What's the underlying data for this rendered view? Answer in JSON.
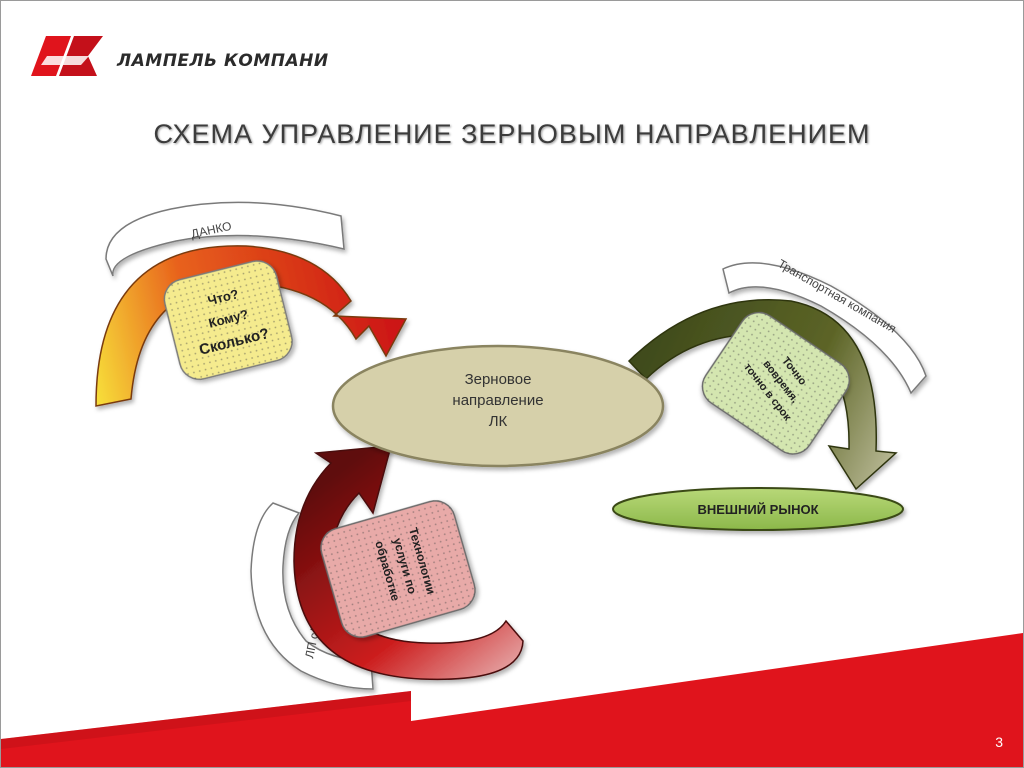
{
  "header": {
    "company_name": "ЛАМПЕЛЬ КОМПАНИ",
    "title": "СХЕМА УПРАВЛЕНИЕ ЗЕРНОВЫМ НАПРАВЛЕНИЕМ"
  },
  "diagram": {
    "center": {
      "lines": [
        "Зерновое",
        "направление",
        "ЛК"
      ]
    },
    "market": {
      "label": "ВНЕШНИЙ РЫНОК"
    },
    "danko": {
      "band_label": "ДАНКО",
      "card_lines": [
        "Что?",
        "Кому?",
        "Сколько?"
      ]
    },
    "transport": {
      "band_label": "Транспортная компания",
      "card_lines": [
        "Точно",
        "вовремя,",
        "точно в срок"
      ]
    },
    "machinery": {
      "band_label": "ЛП с/х техника",
      "card_lines": [
        "Технологии",
        "услуги по",
        "обработке"
      ]
    }
  },
  "footer": {
    "page_number": "3"
  },
  "colors": {
    "brand_red": "#e0141c",
    "center_fill": "#d6d0aa",
    "market_fill": "#a8cc64",
    "card_yellow": "#f5eb8e",
    "card_green": "#d4e6b0",
    "card_pink": "#e8aaa8",
    "arrow_olive": "#4f5a22",
    "arrow_red": "#cc1a1a"
  }
}
